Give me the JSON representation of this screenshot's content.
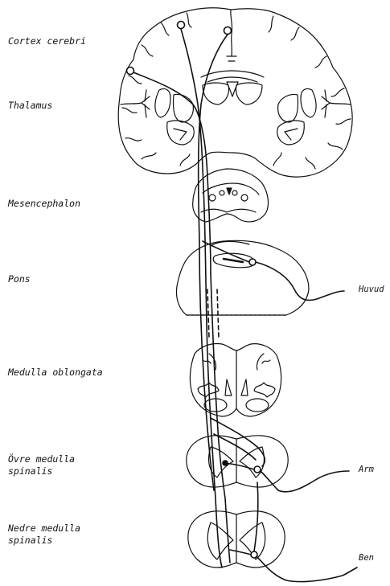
{
  "labels_left": {
    "cortex": "Cortex cerebri",
    "thalamus": "Thalamus",
    "mesencephalon": "Mesencephalon",
    "pons": "Pons",
    "medulla_oblongata": "Medulla oblongata",
    "ovre_line1": "Övre medulla",
    "ovre_line2": "spinalis",
    "nedre_line1": "Nedre medulla",
    "nedre_line2": "spinalis"
  },
  "labels_right": {
    "huvud": "Huvud",
    "arm": "Arm",
    "ben": "Ben"
  }
}
